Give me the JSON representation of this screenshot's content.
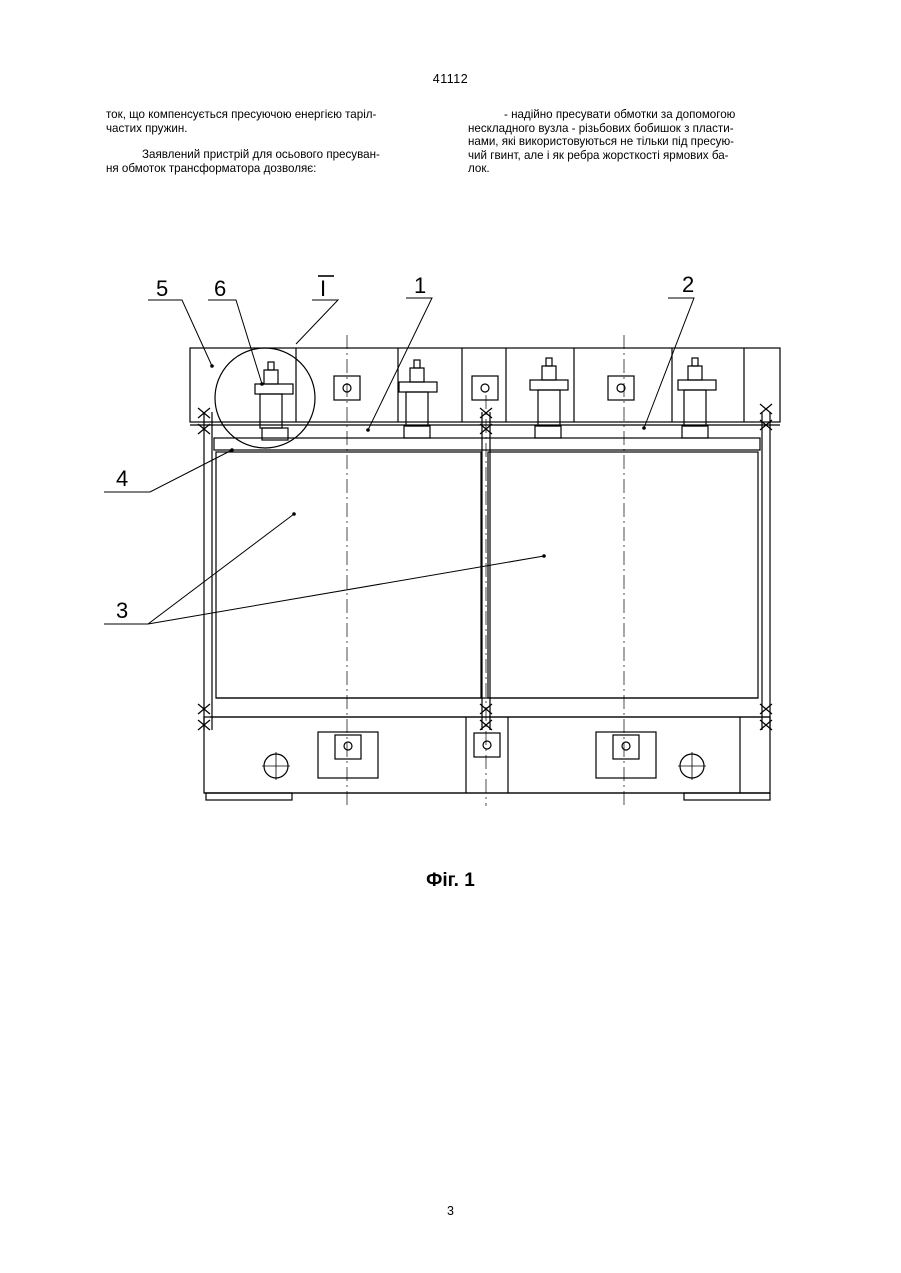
{
  "page_number_top": "41112",
  "page_number_bottom": "3",
  "left_column": {
    "para1_line1": "ток, що компенсується пресуючою енергією тарілчастих",
    "para1_line2": "частих пружин.",
    "para2_line1": "Заявлений пристрій для осьового пресуван-",
    "para2_line2": "ня обмоток трансформатора дозволяє:"
  },
  "right_column": {
    "line1": "- надійно пресувати обмотки за допомогою",
    "line2": "нескладного вузла - різьбових бобишок з пласти-",
    "line3": "нами, які використовуються не тільки під пресую-",
    "line4": "чий гвинт, але і як ребра жорсткості ярмових ба-",
    "line5": "лок."
  },
  "figure": {
    "labels": {
      "l1": "1",
      "l2": "2",
      "l3": "3",
      "l4": "4",
      "l5": "5",
      "l6": "6",
      "detail": "I"
    },
    "caption": "Фіг. 1"
  }
}
